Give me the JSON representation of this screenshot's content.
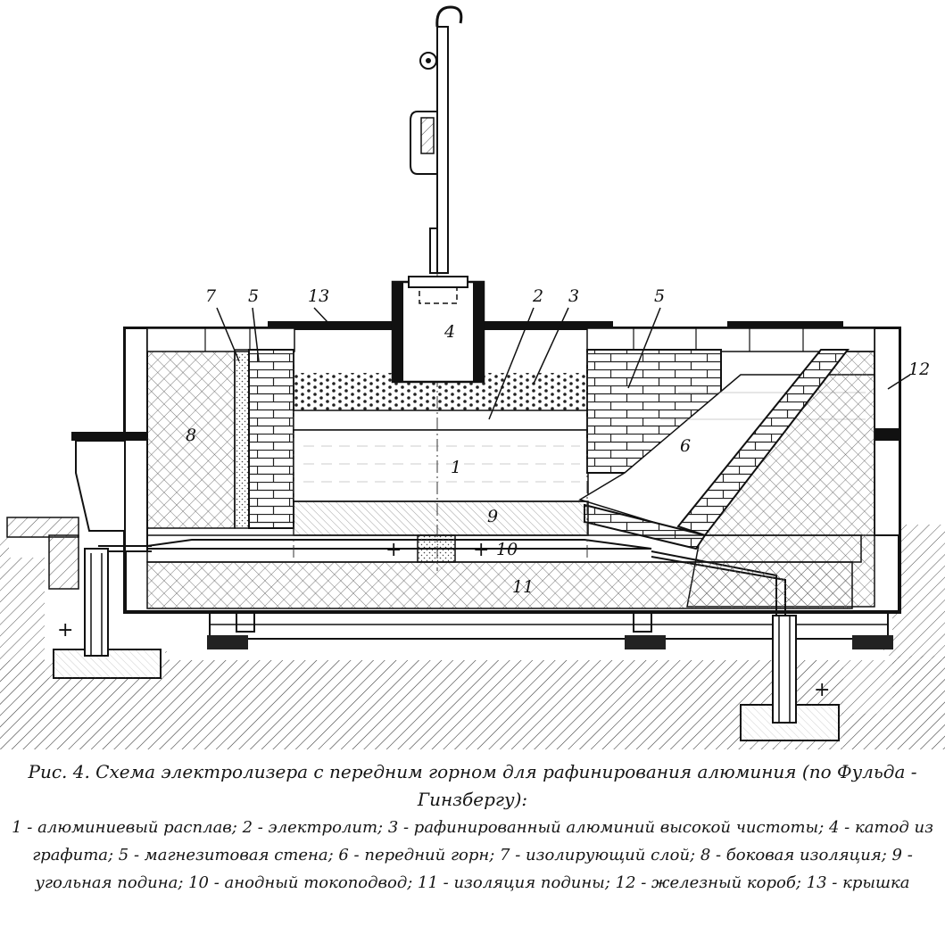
{
  "diagram": {
    "callouts": {
      "n1": "1",
      "n2": "2",
      "n3": "3",
      "n4": "4",
      "n5a": "5",
      "n5b": "5",
      "n6": "6",
      "n7": "7",
      "n8": "8",
      "n9": "9",
      "n10": "10",
      "n11": "11",
      "n12": "12",
      "n13": "13"
    },
    "plus_sign": "+"
  },
  "caption": {
    "title": "Рис. 4. Схема электролизера с передним горном для рафинирования алюминия (по Фульда - Гинзбергу):",
    "legend": "1 - алюминиевый расплав; 2 - электролит; 3 - рафинированный алюминий высокой чистоты; 4 - катод из графита; 5 - магнезитовая стена; 6 - передний горн; 7 - изолирующий слой; 8 - боковая изоляция; 9 - угольная подина; 10 - анодный токоподвод; 11 - изоляция подины; 12 - железный короб; 13 - крышка"
  }
}
